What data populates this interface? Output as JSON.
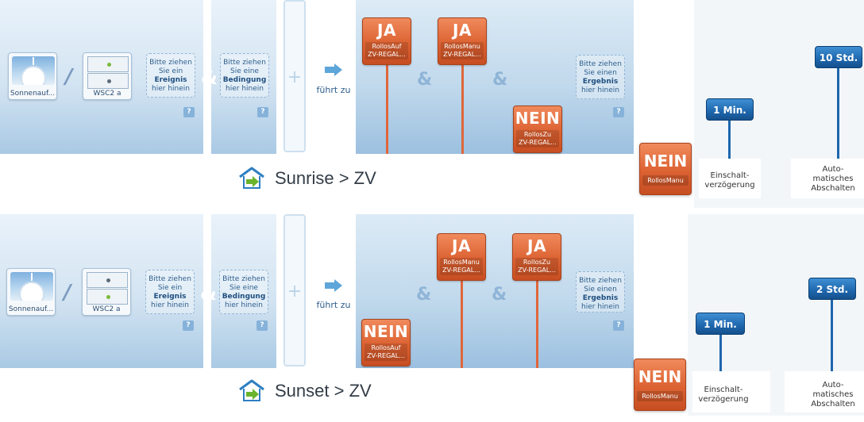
{
  "rules": [
    {
      "title": "Sunrise > ZV",
      "trigger": {
        "event_tile_label": "Sonnenauf...",
        "device_tile_label": "WSC2 a"
      },
      "drop_event": {
        "line1": "Bitte ziehen",
        "line2": "Sie ein",
        "strong": "Ereignis",
        "line4": "hier hinein"
      },
      "drop_condition": {
        "line1": "Bitte ziehen",
        "line2": "Sie eine",
        "strong": "Bedingung",
        "line4": "hier hinein"
      },
      "plus_symbol": "+",
      "leads_to": "führt zu",
      "amp": "&",
      "help": "?",
      "actions": [
        {
          "state": "JA",
          "line1": "RollosAuf",
          "line2": "ZV-REGAL..."
        },
        {
          "state": "JA",
          "line1": "RollosManu",
          "line2": "ZV-REGAL..."
        },
        {
          "state": "NEIN",
          "line1": "RollosZu",
          "line2": "ZV-REGAL..."
        }
      ],
      "drop_result": {
        "line1": "Bitte ziehen",
        "line2": "Sie einen",
        "strong": "Ergebnis",
        "line4": "hier hinein"
      },
      "result_tile": {
        "state": "NEIN",
        "label": "RollosManu"
      },
      "delay": {
        "badge": "1 Min.",
        "label_line1": "Einschalt-",
        "label_line2": "verzögerung"
      },
      "auto_off": {
        "badge": "10 Std.",
        "label_line1": "Auto-",
        "label_line2": "matisches",
        "label_line3": "Abschalten"
      }
    },
    {
      "title": "Sunset > ZV",
      "trigger": {
        "event_tile_label": "Sonnenauf...",
        "device_tile_label": "WSC2 a"
      },
      "drop_event": {
        "line1": "Bitte ziehen",
        "line2": "Sie ein",
        "strong": "Ereignis",
        "line4": "hier hinein"
      },
      "drop_condition": {
        "line1": "Bitte ziehen",
        "line2": "Sie eine",
        "strong": "Bedingung",
        "line4": "hier hinein"
      },
      "plus_symbol": "+",
      "leads_to": "führt zu",
      "amp": "&",
      "help": "?",
      "actions": [
        {
          "state": "NEIN",
          "line1": "RollosAuf",
          "line2": "ZV-REGAL..."
        },
        {
          "state": "JA",
          "line1": "RollosManu",
          "line2": "ZV-REGAL..."
        },
        {
          "state": "JA",
          "line1": "RollosZu",
          "line2": "ZV-REGAL..."
        }
      ],
      "drop_result": {
        "line1": "Bitte ziehen",
        "line2": "Sie einen",
        "strong": "Ergebnis",
        "line4": "hier hinein"
      },
      "result_tile": {
        "state": "NEIN",
        "label": "RollosManu"
      },
      "delay": {
        "badge": "1 Min.",
        "label_line1": "Einschalt-",
        "label_line2": "verzögerung"
      },
      "auto_off": {
        "badge": "2 Std.",
        "label_line1": "Auto-",
        "label_line2": "matisches",
        "label_line3": "Abschalten"
      }
    }
  ],
  "icons": {
    "house": "home-arrow-icon",
    "event": "sunrise-icon",
    "device": "wall-switch-icon",
    "arrow": "arrow-right-icon"
  },
  "colors": {
    "action_orange": "#dc6232",
    "badge_blue": "#1e66ad",
    "house_blue": "#2d7fc2",
    "house_green": "#6ab42d"
  }
}
